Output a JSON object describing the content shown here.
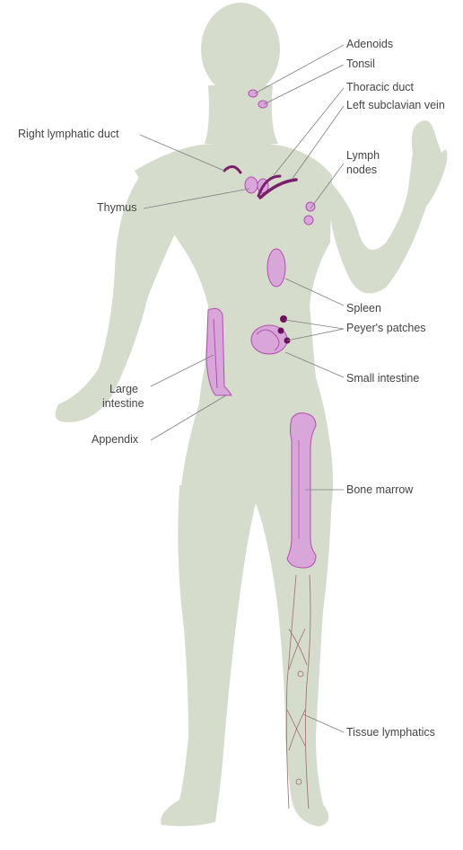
{
  "colors": {
    "body": "#d6dccb",
    "organ_fill": "#d9a6d9",
    "organ_stroke": "#b04fb0",
    "duct": "#7a1f6a",
    "patch": "#6b0f5e",
    "leader": "#7f7f7f",
    "vessel": "#9b6b6b",
    "text": "#444444"
  },
  "labels": {
    "adenoids": "Adenoids",
    "tonsil": "Tonsil",
    "thoracic_duct": "Thoracic duct",
    "left_subclavian_vein": "Left subclavian vein",
    "right_lymphatic_duct": "Right lymphatic duct",
    "lymph_nodes_1": "Lymph",
    "lymph_nodes_2": "nodes",
    "thymus": "Thymus",
    "spleen": "Spleen",
    "peyers_patches": "Peyer's patches",
    "large_intestine_1": "Large",
    "large_intestine_2": "intestine",
    "small_intestine": "Small intestine",
    "appendix": "Appendix",
    "bone_marrow": "Bone marrow",
    "tissue_lymphatics": "Tissue lymphatics"
  }
}
